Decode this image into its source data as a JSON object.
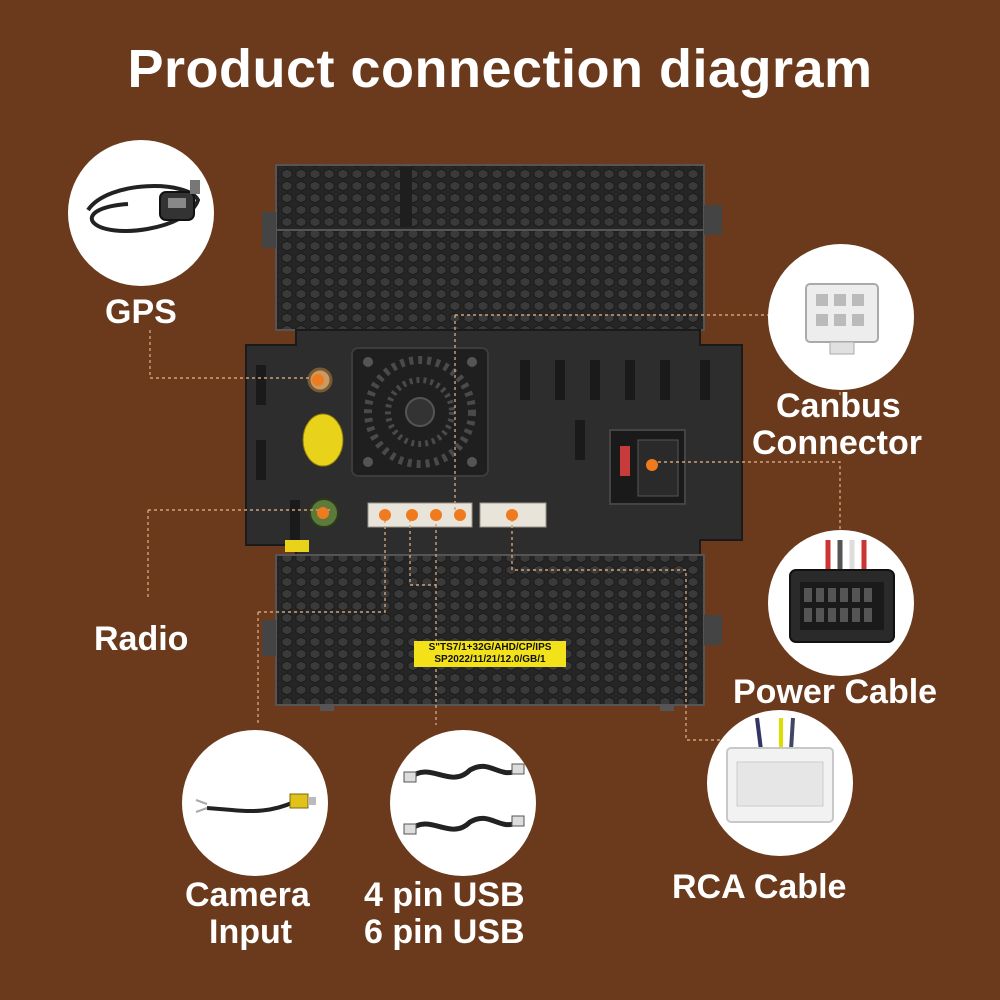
{
  "title": "Product connection diagram",
  "sticker": {
    "line1": "S\"TS7/1+32G/AHD/CP/IPS",
    "line2": "SP2022/11/21/12.0/GB/1"
  },
  "components": [
    {
      "id": "gps",
      "label": "GPS",
      "icon": "gps-antenna-icon"
    },
    {
      "id": "canbus",
      "label_line1": "Canbus",
      "label_line2": "Connector",
      "icon": "canbus-connector-icon"
    },
    {
      "id": "radio",
      "label": "Radio",
      "icon": "antenna-socket-icon"
    },
    {
      "id": "power",
      "label": "Power Cable",
      "icon": "power-connector-icon"
    },
    {
      "id": "camera",
      "label_line1": "Camera",
      "label_line2": "Input",
      "icon": "rca-cable-icon"
    },
    {
      "id": "usb",
      "label_line1": "4 pin USB",
      "label_line2": "6 pin USB",
      "icon": "usb-cable-icon"
    },
    {
      "id": "rca",
      "label": "RCA Cable",
      "icon": "rca-harness-icon"
    }
  ],
  "colors": {
    "background": "#6b3a1c",
    "chassis": "#2b2b2b",
    "marker": "#f07a1e",
    "sticker": "#f3e21a",
    "text": "#ffffff"
  }
}
